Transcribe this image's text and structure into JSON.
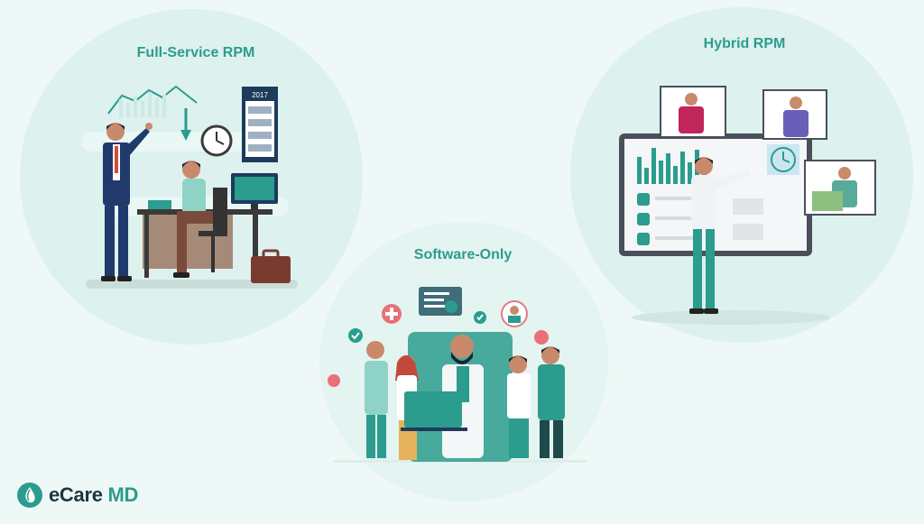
{
  "sections": [
    {
      "title": "Full-Service RPM",
      "illustration": "doctor-consultation-office"
    },
    {
      "title": "Hybrid RPM",
      "illustration": "virtual-presentation-dashboard"
    },
    {
      "title": "Software-Only",
      "illustration": "healthcare-team-laptop"
    }
  ],
  "calendar_year": "2017",
  "brand": {
    "part1": "eCare",
    "part2": "MD",
    "logo_icon": "leaf-drop-icon"
  },
  "colors": {
    "accent": "#2b9c8d",
    "background": "#eef8f6",
    "dark": "#1c3640"
  }
}
